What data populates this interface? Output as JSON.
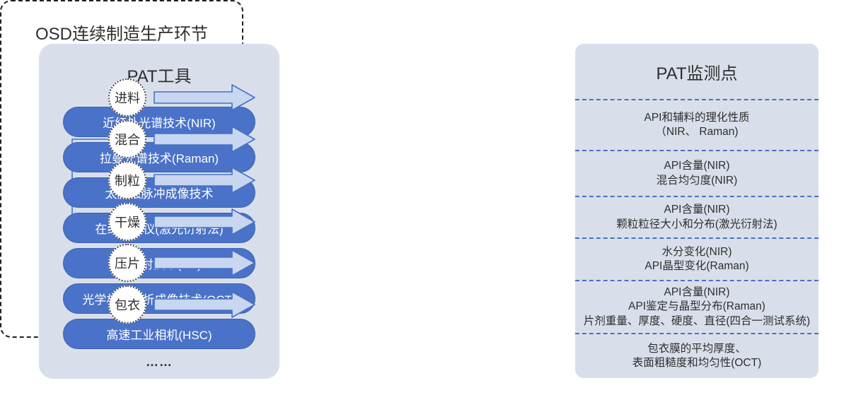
{
  "left_panel": {
    "title": "PAT工具",
    "tools": [
      "近红外光谱技术(NIR)",
      "拉曼光谱技术(Raman)",
      "太赫兹脉冲成像技术",
      "在线粒度仪(激光衍射法)",
      "声发射技术(AE)",
      "光学相干层析成像技术(OCT)",
      "高速工业相机(HSC)"
    ],
    "ellipsis": "……"
  },
  "middle_panel": {
    "title": "OSD连续制造生产环节",
    "steps": [
      "进料",
      "混合",
      "制粒",
      "干燥",
      "压片",
      "包衣"
    ]
  },
  "right_panel": {
    "title": "PAT监测点",
    "monitor_points": [
      [
        "API和辅料的理化性质",
        "（NIR、 Raman)"
      ],
      [
        "API含量(NIR)",
        "混合均匀度(NIR)"
      ],
      [
        "API含量(NIR)",
        "颗粒粒径大小和分布(激光衍射法)"
      ],
      [
        "水分变化(NIR)",
        "API晶型变化(Raman)"
      ],
      [
        "API含量(NIR)",
        "API鉴定与晶型分布(Raman)",
        "片剂重量、厚度、硬度、直径(四合一测试系统)"
      ],
      [
        "包衣膜的平均厚度、",
        "表面粗糙度和均匀性(OCT)"
      ]
    ]
  },
  "colors": {
    "accent": "#4472c4",
    "tool_pill_fill": "#4a72c8",
    "tool_pill_border": "#3a62b6",
    "panel_bg": "#d9dfea",
    "arrow_fill": "#c9d6f0",
    "dashed_border": "#1f1f1f"
  }
}
